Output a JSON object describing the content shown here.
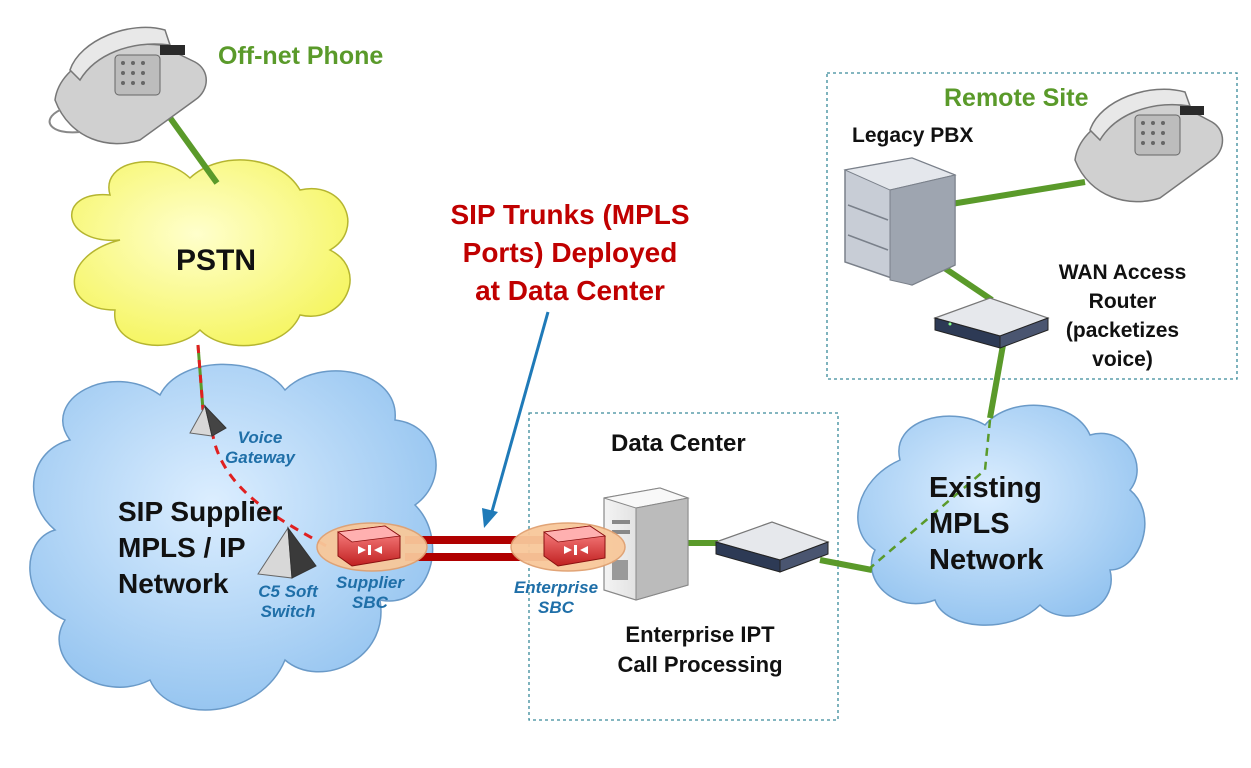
{
  "labels": {
    "offnet_phone": "Off-net Phone",
    "pstn": "PSTN",
    "sip_trunks_line1": "SIP Trunks (MPLS",
    "sip_trunks_line2": "Ports) Deployed",
    "sip_trunks_line3": "at Data Center",
    "remote_site": "Remote Site",
    "legacy_pbx": "Legacy PBX",
    "wan_router_line1": "WAN Access",
    "wan_router_line2": "Router",
    "wan_router_line3": "(packetizes",
    "wan_router_line4": "voice)",
    "voice_gateway_line1": "Voice",
    "voice_gateway_line2": "Gateway",
    "sip_supplier_line1": "SIP Supplier",
    "sip_supplier_line2": "MPLS / IP",
    "sip_supplier_line3": "Network",
    "c5_line1": "C5 Soft",
    "c5_line2": "Switch",
    "supplier_sbc_line1": "Supplier",
    "supplier_sbc_line2": "SBC",
    "data_center": "Data Center",
    "enterprise_sbc_line1": "Enterprise",
    "enterprise_sbc_line2": "SBC",
    "enterprise_ipt_line1": "Enterprise IPT",
    "enterprise_ipt_line2": "Call Processing",
    "existing_mpls_line1": "Existing",
    "existing_mpls_line2": "MPLS",
    "existing_mpls_line3": "Network"
  },
  "colors": {
    "green_link": "#5a9a2a",
    "red_text": "#c00000",
    "trunk": "#b00000",
    "cloud_yellow": "#ffff99",
    "cloud_blue": "#a8d0f5",
    "callout_arrow": "#1f7ab8",
    "italic_label": "#1f6fa8"
  }
}
